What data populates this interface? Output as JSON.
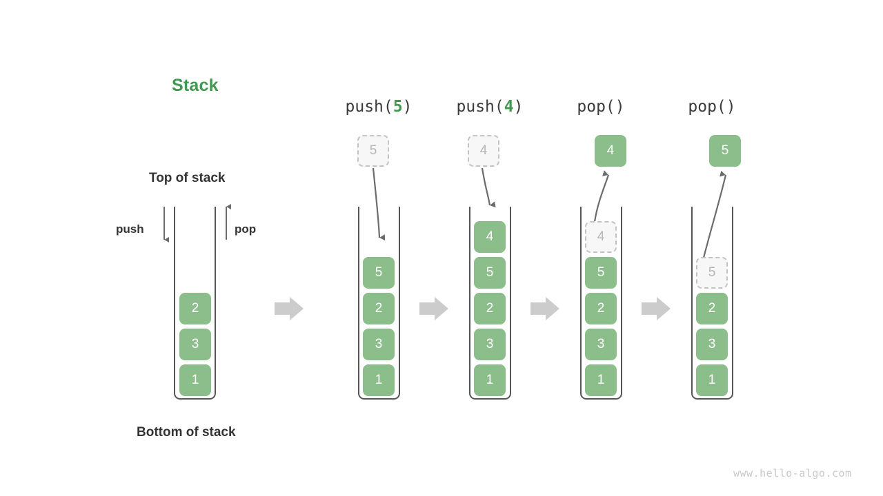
{
  "diagram": {
    "title": "Stack",
    "labels": {
      "top_of_stack": "Top of stack",
      "bottom_of_stack": "Bottom of stack",
      "push": "push",
      "pop": "pop"
    },
    "watermark": "www.hello-algo.com",
    "colors": {
      "element_green": "#8cbe8c",
      "title_green": "#3f9a4f",
      "ghost_fill": "#f7f7f7",
      "ghost_border": "#c3c3c3",
      "ghost_text": "#b5b5b5",
      "container_border": "#555555",
      "arrow_gray": "#6b6b6b",
      "flow_arrow_gray": "#cccccc",
      "text_dark": "#333333",
      "watermark_gray": "#c9c9c9"
    },
    "states": [
      {
        "name": "initial",
        "header": null,
        "header_prefix": null,
        "header_arg": null,
        "header_suffix": null,
        "elements": [
          "2",
          "3",
          "1"
        ],
        "floating": null,
        "ghost_in_stack": null,
        "operation": null
      },
      {
        "name": "after-push-5",
        "header": "push(5)",
        "header_prefix": "push(",
        "header_arg": "5",
        "header_suffix": ")",
        "elements": [
          "5",
          "2",
          "3",
          "1"
        ],
        "floating": {
          "value": "5",
          "style": "ghost"
        },
        "ghost_in_stack": null,
        "operation": "push"
      },
      {
        "name": "after-push-4",
        "header": "push(4)",
        "header_prefix": "push(",
        "header_arg": "4",
        "header_suffix": ")",
        "elements": [
          "4",
          "5",
          "2",
          "3",
          "1"
        ],
        "floating": {
          "value": "4",
          "style": "ghost"
        },
        "ghost_in_stack": null,
        "operation": "push"
      },
      {
        "name": "after-pop-4",
        "header": "pop()",
        "header_prefix": "pop(",
        "header_arg": "",
        "header_suffix": ")",
        "elements": [
          "5",
          "2",
          "3",
          "1"
        ],
        "floating": {
          "value": "4",
          "style": "filled"
        },
        "ghost_in_stack": "4",
        "operation": "pop"
      },
      {
        "name": "after-pop-5",
        "header": "pop()",
        "header_prefix": "pop(",
        "header_arg": "",
        "header_suffix": ")",
        "elements": [
          "2",
          "3",
          "1"
        ],
        "floating": {
          "value": "5",
          "style": "filled"
        },
        "ghost_in_stack": "5",
        "operation": "pop"
      }
    ]
  }
}
